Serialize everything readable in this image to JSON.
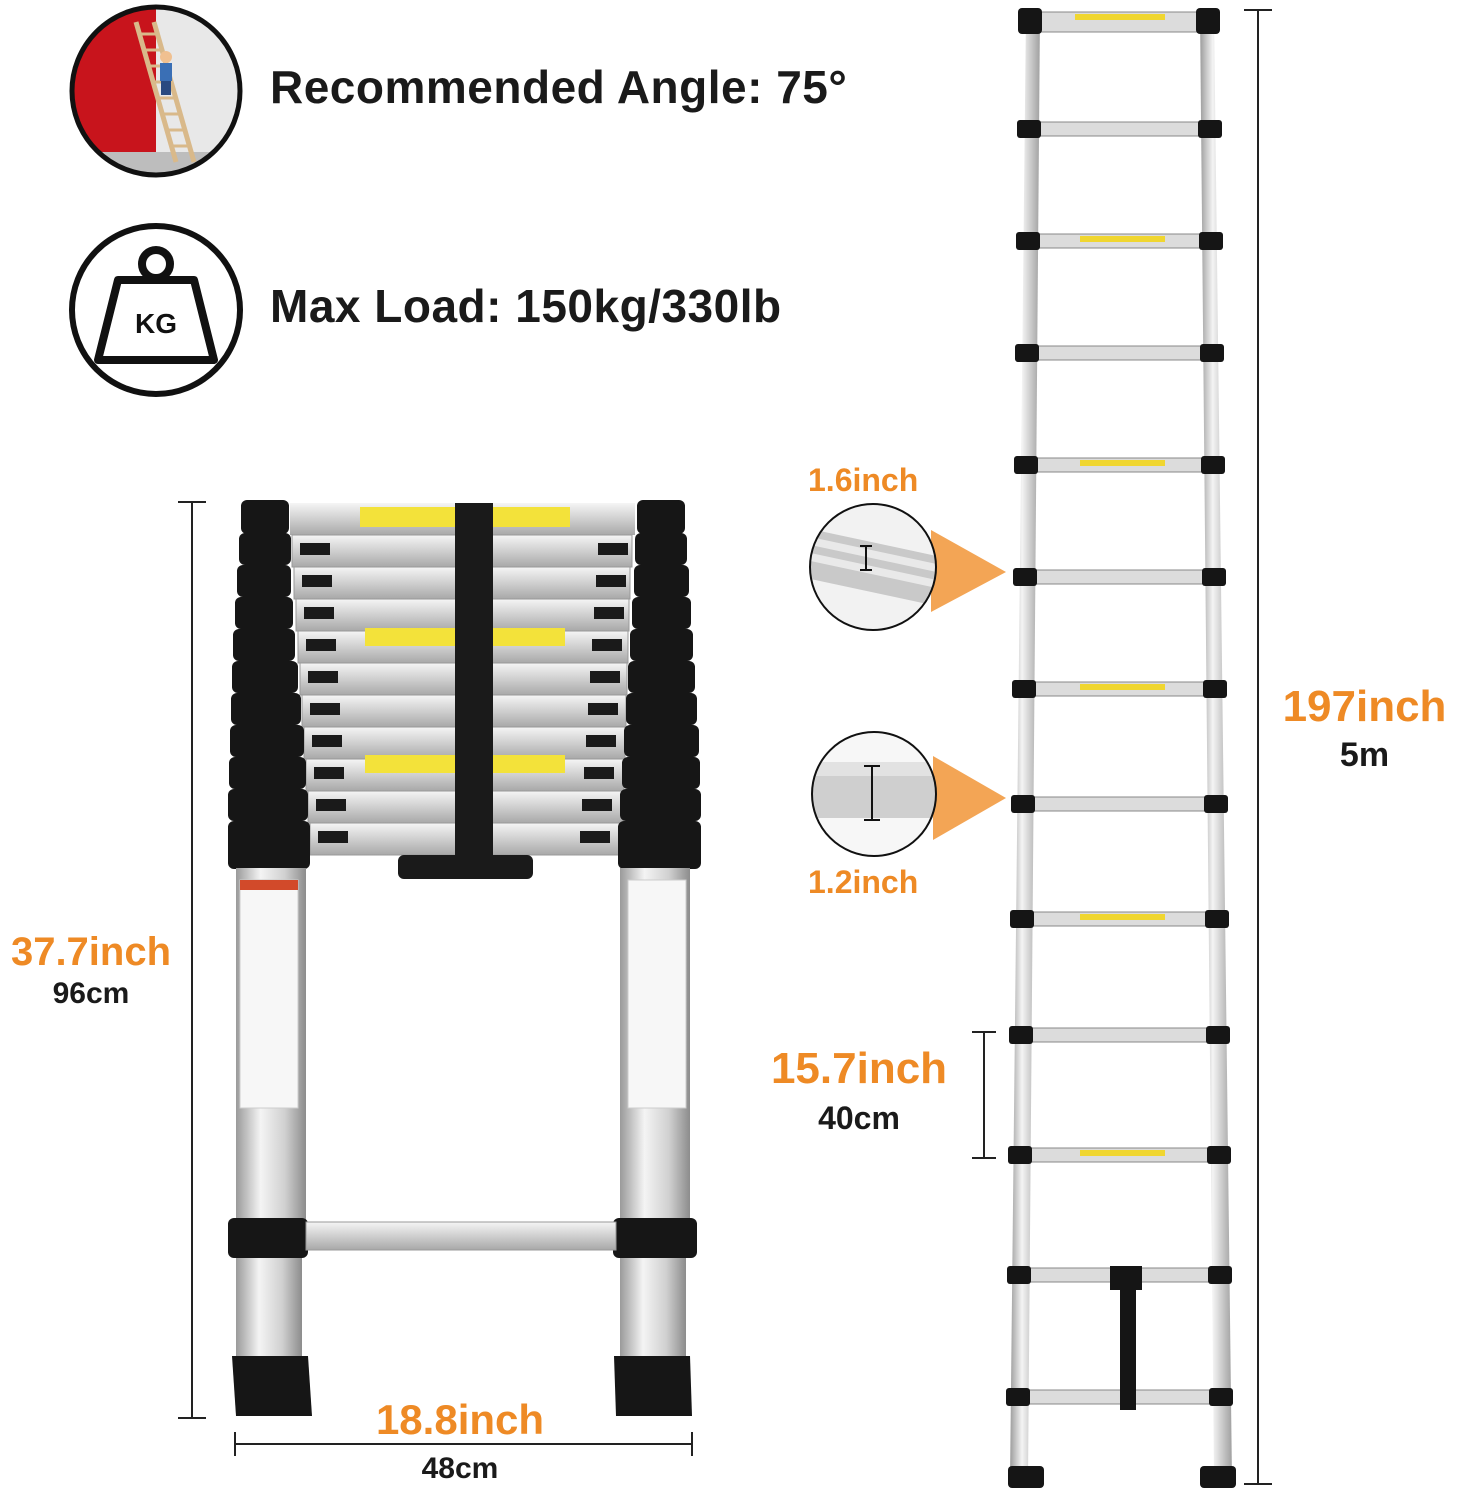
{
  "features": {
    "angle": {
      "icon": "ladder-against-wall-icon",
      "text": "Recommended Angle: 75°"
    },
    "load": {
      "icon": "kg-weight-icon",
      "weight_label": "KG",
      "text": "Max Load: 150kg/330lb"
    }
  },
  "compact_ladder": {
    "height": {
      "primary": "37.7inch",
      "secondary": "96cm"
    },
    "width": {
      "primary": "18.8inch",
      "secondary": "48cm"
    }
  },
  "extended_ladder": {
    "total_height": {
      "primary": "197inch",
      "secondary": "5m"
    },
    "rung_depth_upper": "1.6inch",
    "rung_depth_lower": "1.2inch",
    "rung_spacing": {
      "primary": "15.7inch",
      "secondary": "40cm"
    }
  },
  "colors": {
    "accent": "#ee8a25",
    "text": "#1a1a1a",
    "wall_red": "#c8141c"
  }
}
